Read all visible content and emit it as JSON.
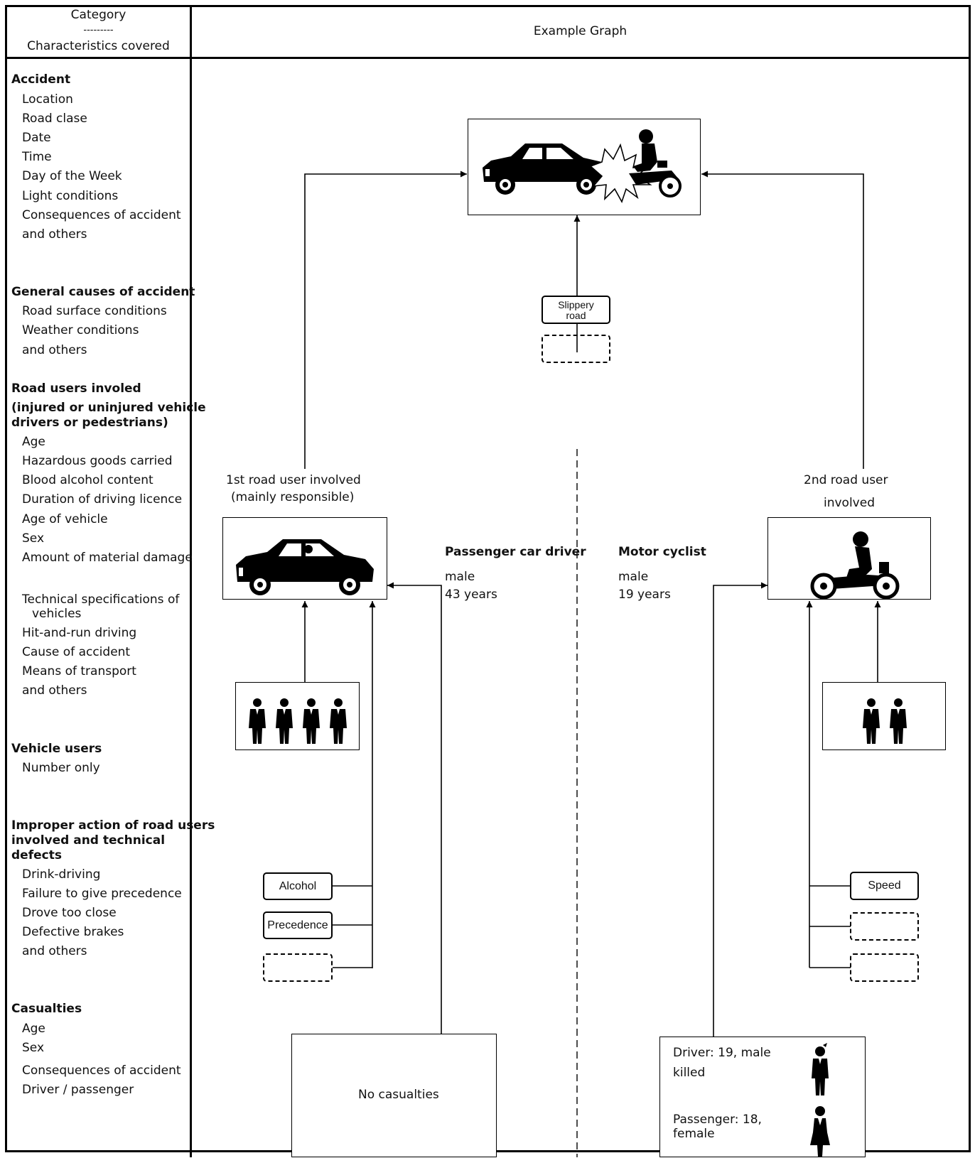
{
  "header": {
    "category": "Category",
    "separator": "---------",
    "characteristics": "Characteristics covered",
    "example": "Example Graph"
  },
  "categories": [
    {
      "title": "Accident",
      "items": [
        "Location",
        "Road clase",
        "Date",
        "Time",
        "Day of the Week",
        "Light conditions",
        "Consequences of accident",
        "and others"
      ]
    },
    {
      "title": "General causes of accident",
      "items": [
        "Road surface conditions",
        "Weather conditions",
        "and others"
      ]
    },
    {
      "title_lines": [
        "Road users involed",
        "(injured or uninjured vehicle",
        "drivers or pedestrians)"
      ],
      "items": [
        "Age",
        "Hazardous goods carried",
        "Blood alcohol content",
        "Duration of driving licence",
        "Age of vehicle",
        "Sex",
        "Amount of material damage"
      ],
      "items2": [
        "Technical specifications of",
        "vehicles",
        "Hit-and-run driving",
        "Cause of accident",
        "Means of transport",
        "and others"
      ]
    },
    {
      "title": "Vehicle users",
      "items": [
        "Number only"
      ]
    },
    {
      "title_lines": [
        "Improper action of road users",
        "involved and technical",
        "defects"
      ],
      "items": [
        "Drink-driving",
        "Failure to give precedence",
        "Drove too close",
        "Defective brakes",
        "and others"
      ]
    },
    {
      "title": "Casualties",
      "items": [
        "Age",
        "Sex",
        "Consequences of accident",
        "Driver / passenger"
      ]
    }
  ],
  "graph": {
    "slippery_line1": "Slippery",
    "slippery_line2": "road",
    "user1_line1": "1st road user involved",
    "user1_line2": "(mainly responsible)",
    "user2_line1": "2nd road user",
    "user2_line2": "involved",
    "driver_title": "Passenger car driver",
    "driver_sex": "male",
    "driver_age": "43 years",
    "cyclist_title": "Motor cyclist",
    "cyclist_sex": "male",
    "cyclist_age": "19 years",
    "tag_alcohol": "Alcohol",
    "tag_precedence": "Precedence",
    "tag_speed": "Speed",
    "no_casualties": "No casualties",
    "cas_driver_line1": "Driver: 19, male",
    "cas_driver_line2": "killed",
    "cas_passenger_line1": "Passenger: 18,",
    "cas_passenger_line2": "female",
    "occupants_car": 4,
    "occupants_moto": 2
  }
}
